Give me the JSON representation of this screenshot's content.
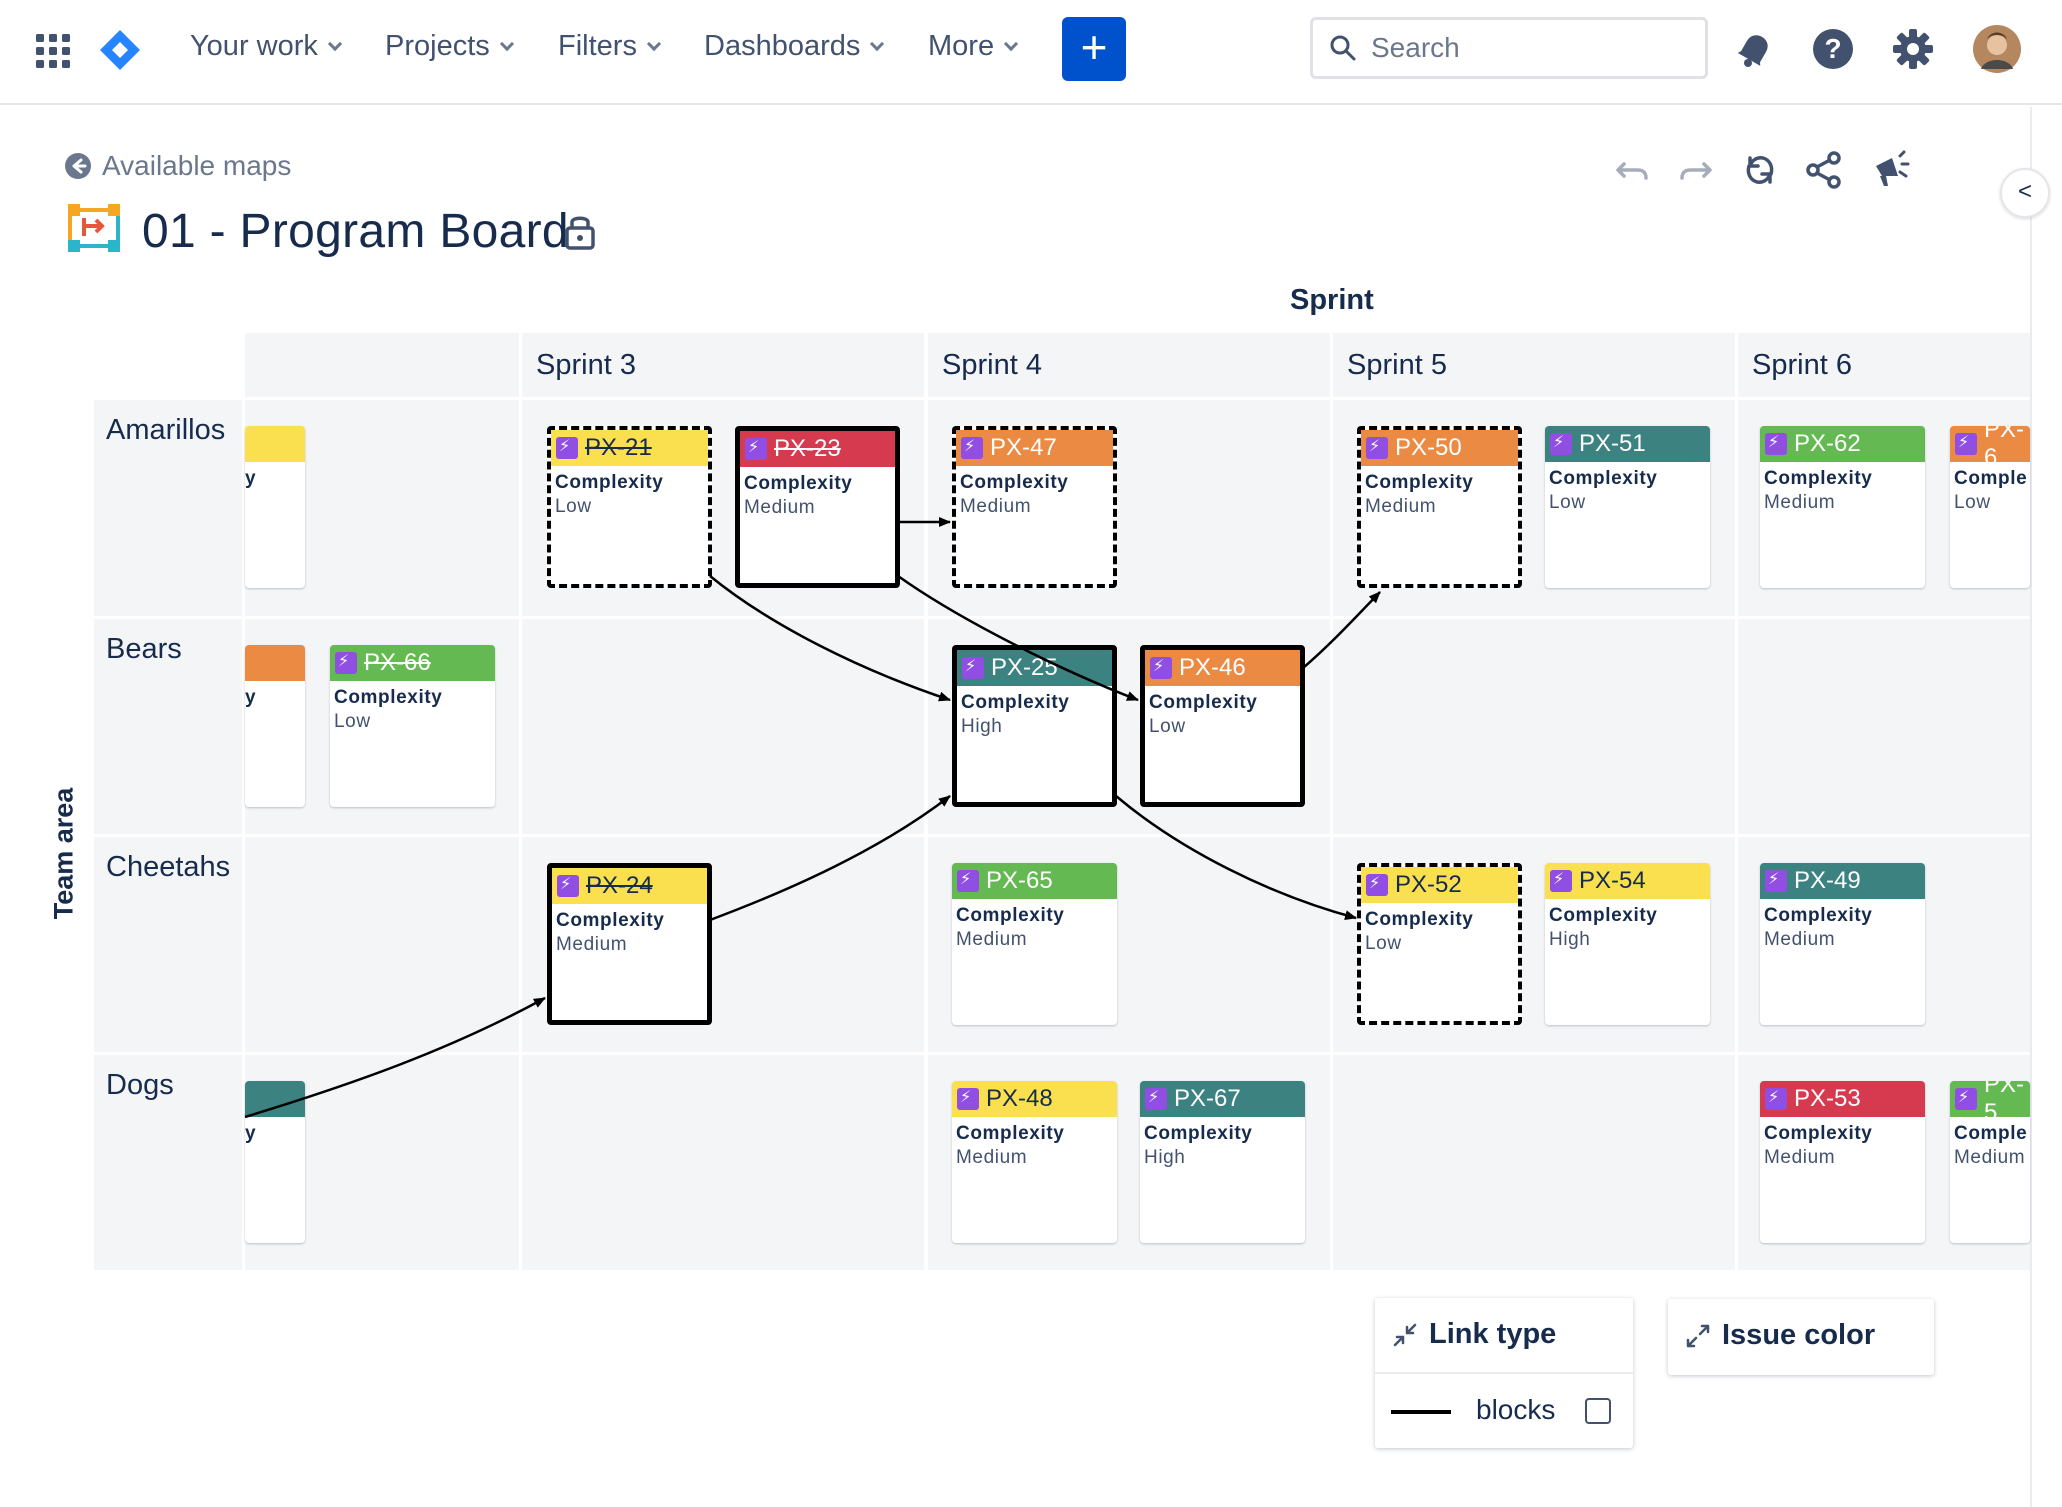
{
  "nav": {
    "items": [
      {
        "label": "Your work"
      },
      {
        "label": "Projects"
      },
      {
        "label": "Filters"
      },
      {
        "label": "Dashboards"
      },
      {
        "label": "More"
      }
    ],
    "create_label": "+",
    "search_placeholder": "Search"
  },
  "header": {
    "back_label": "Available maps",
    "title": "01 - Program Board"
  },
  "side_toggle": "<",
  "board": {
    "x_axis": "Sprint",
    "y_axis": "Team area",
    "columns": [
      {
        "label": ""
      },
      {
        "label": "Sprint 3"
      },
      {
        "label": "Sprint 4"
      },
      {
        "label": "Sprint 5"
      },
      {
        "label": "Sprint 6"
      }
    ],
    "rows": [
      {
        "label": "Amarillos"
      },
      {
        "label": "Bears"
      },
      {
        "label": "Cheetahs"
      },
      {
        "label": "Dogs"
      }
    ],
    "cards": [
      {
        "key": "",
        "field": "y",
        "value": "",
        "color": "#fae04e"
      },
      {
        "key": "PX-21",
        "field": "Complexity",
        "value": "Low",
        "color": "#fae04e",
        "done": true
      },
      {
        "key": "PX-23",
        "field": "Complexity",
        "value": "Medium",
        "color": "#d53a4e",
        "done": true
      },
      {
        "key": "PX-47",
        "field": "Complexity",
        "value": "Medium",
        "color": "#ea8a43"
      },
      {
        "key": "PX-50",
        "field": "Complexity",
        "value": "Medium",
        "color": "#ea8a43"
      },
      {
        "key": "PX-51",
        "field": "Complexity",
        "value": "Low",
        "color": "#3c8281"
      },
      {
        "key": "PX-62",
        "field": "Complexity",
        "value": "Medium",
        "color": "#65b952"
      },
      {
        "key": "PX-6",
        "field": "Comple",
        "value": "Low",
        "color": "#ea8a43"
      },
      {
        "key": "",
        "field": "y",
        "value": "",
        "color": "#ea8a43"
      },
      {
        "key": "PX-66",
        "field": "Complexity",
        "value": "Low",
        "color": "#65b952",
        "done": true
      },
      {
        "key": "PX-25",
        "field": "Complexity",
        "value": "High",
        "color": "#3c8281"
      },
      {
        "key": "PX-46",
        "field": "Complexity",
        "value": "Low",
        "color": "#ea8a43"
      },
      {
        "key": "PX-24",
        "field": "Complexity",
        "value": "Medium",
        "color": "#fae04e",
        "done": true
      },
      {
        "key": "PX-65",
        "field": "Complexity",
        "value": "Medium",
        "color": "#65b952"
      },
      {
        "key": "PX-52",
        "field": "Complexity",
        "value": "Low",
        "color": "#fae04e"
      },
      {
        "key": "PX-54",
        "field": "Complexity",
        "value": "High",
        "color": "#fae04e"
      },
      {
        "key": "PX-49",
        "field": "Complexity",
        "value": "Medium",
        "color": "#3c8281"
      },
      {
        "key": "",
        "field": "y",
        "value": "",
        "color": "#3c8281"
      },
      {
        "key": "PX-48",
        "field": "Complexity",
        "value": "Medium",
        "color": "#fae04e"
      },
      {
        "key": "PX-67",
        "field": "Complexity",
        "value": "High",
        "color": "#3c8281"
      },
      {
        "key": "PX-53",
        "field": "Complexity",
        "value": "Medium",
        "color": "#d53a4e"
      },
      {
        "key": "PX-5",
        "field": "Comple",
        "value": "Medium",
        "color": "#65b952"
      }
    ],
    "links": [
      {
        "from": "PX-21",
        "to": "PX-25",
        "type": "blocks"
      },
      {
        "from": "PX-23",
        "to": "PX-47",
        "type": "blocks"
      },
      {
        "from": "PX-23",
        "to": "PX-46",
        "type": "blocks"
      },
      {
        "from": "PX-46",
        "to": "PX-50",
        "type": "blocks"
      },
      {
        "from": "PX-24",
        "to": "PX-25",
        "type": "blocks"
      },
      {
        "from": "PX-25",
        "to": "PX-52",
        "type": "blocks"
      }
    ]
  },
  "legend": {
    "link_type_title": "Link type",
    "link_type_item": "blocks",
    "issue_color_title": "Issue color"
  },
  "colors": {
    "accent": "#0052cc",
    "board_bg": "#f4f5f7",
    "epic": "#904ee2"
  }
}
